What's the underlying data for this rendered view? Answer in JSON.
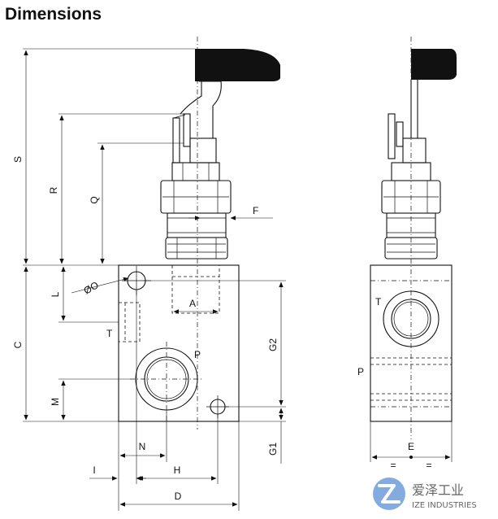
{
  "title": "Dimensions",
  "labels": {
    "S": "S",
    "R": "R",
    "Q": "Q",
    "F": "F",
    "OO": "ØO",
    "L": "L",
    "A": "A",
    "T_front": "T",
    "P_front": "P",
    "C": "C",
    "G2": "G2",
    "M": "M",
    "G1": "G1",
    "N": "N",
    "I": "I",
    "H": "H",
    "D": "D",
    "T_side": "T",
    "P_side": "P",
    "E": "E",
    "eq_left": "=",
    "eq_right": "="
  },
  "watermark": {
    "cn": "爱泽工业",
    "en": "IZE INDUSTRIES",
    "logo_icon": "ize-logo-icon"
  }
}
